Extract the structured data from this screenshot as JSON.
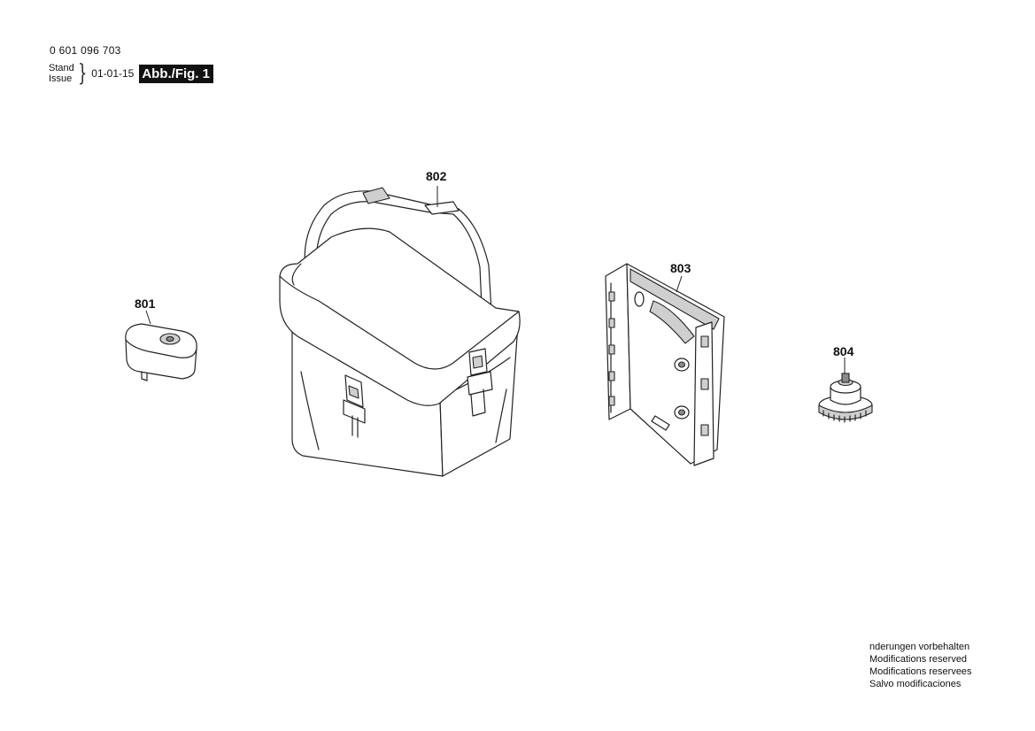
{
  "header": {
    "part_number": "0 601 096 703",
    "issue_labels": [
      "Stand",
      "Issue"
    ],
    "issue_date": "01-01-15",
    "figure_label": "Abb./Fig. 1"
  },
  "callouts": [
    {
      "id": "801"
    },
    {
      "id": "802"
    },
    {
      "id": "803"
    },
    {
      "id": "804"
    }
  ],
  "footer": {
    "notice_lines": [
      "nderungen vorbehalten",
      "Modifications reserved",
      "Modifications reservees",
      "Salvo modificaciones"
    ]
  }
}
